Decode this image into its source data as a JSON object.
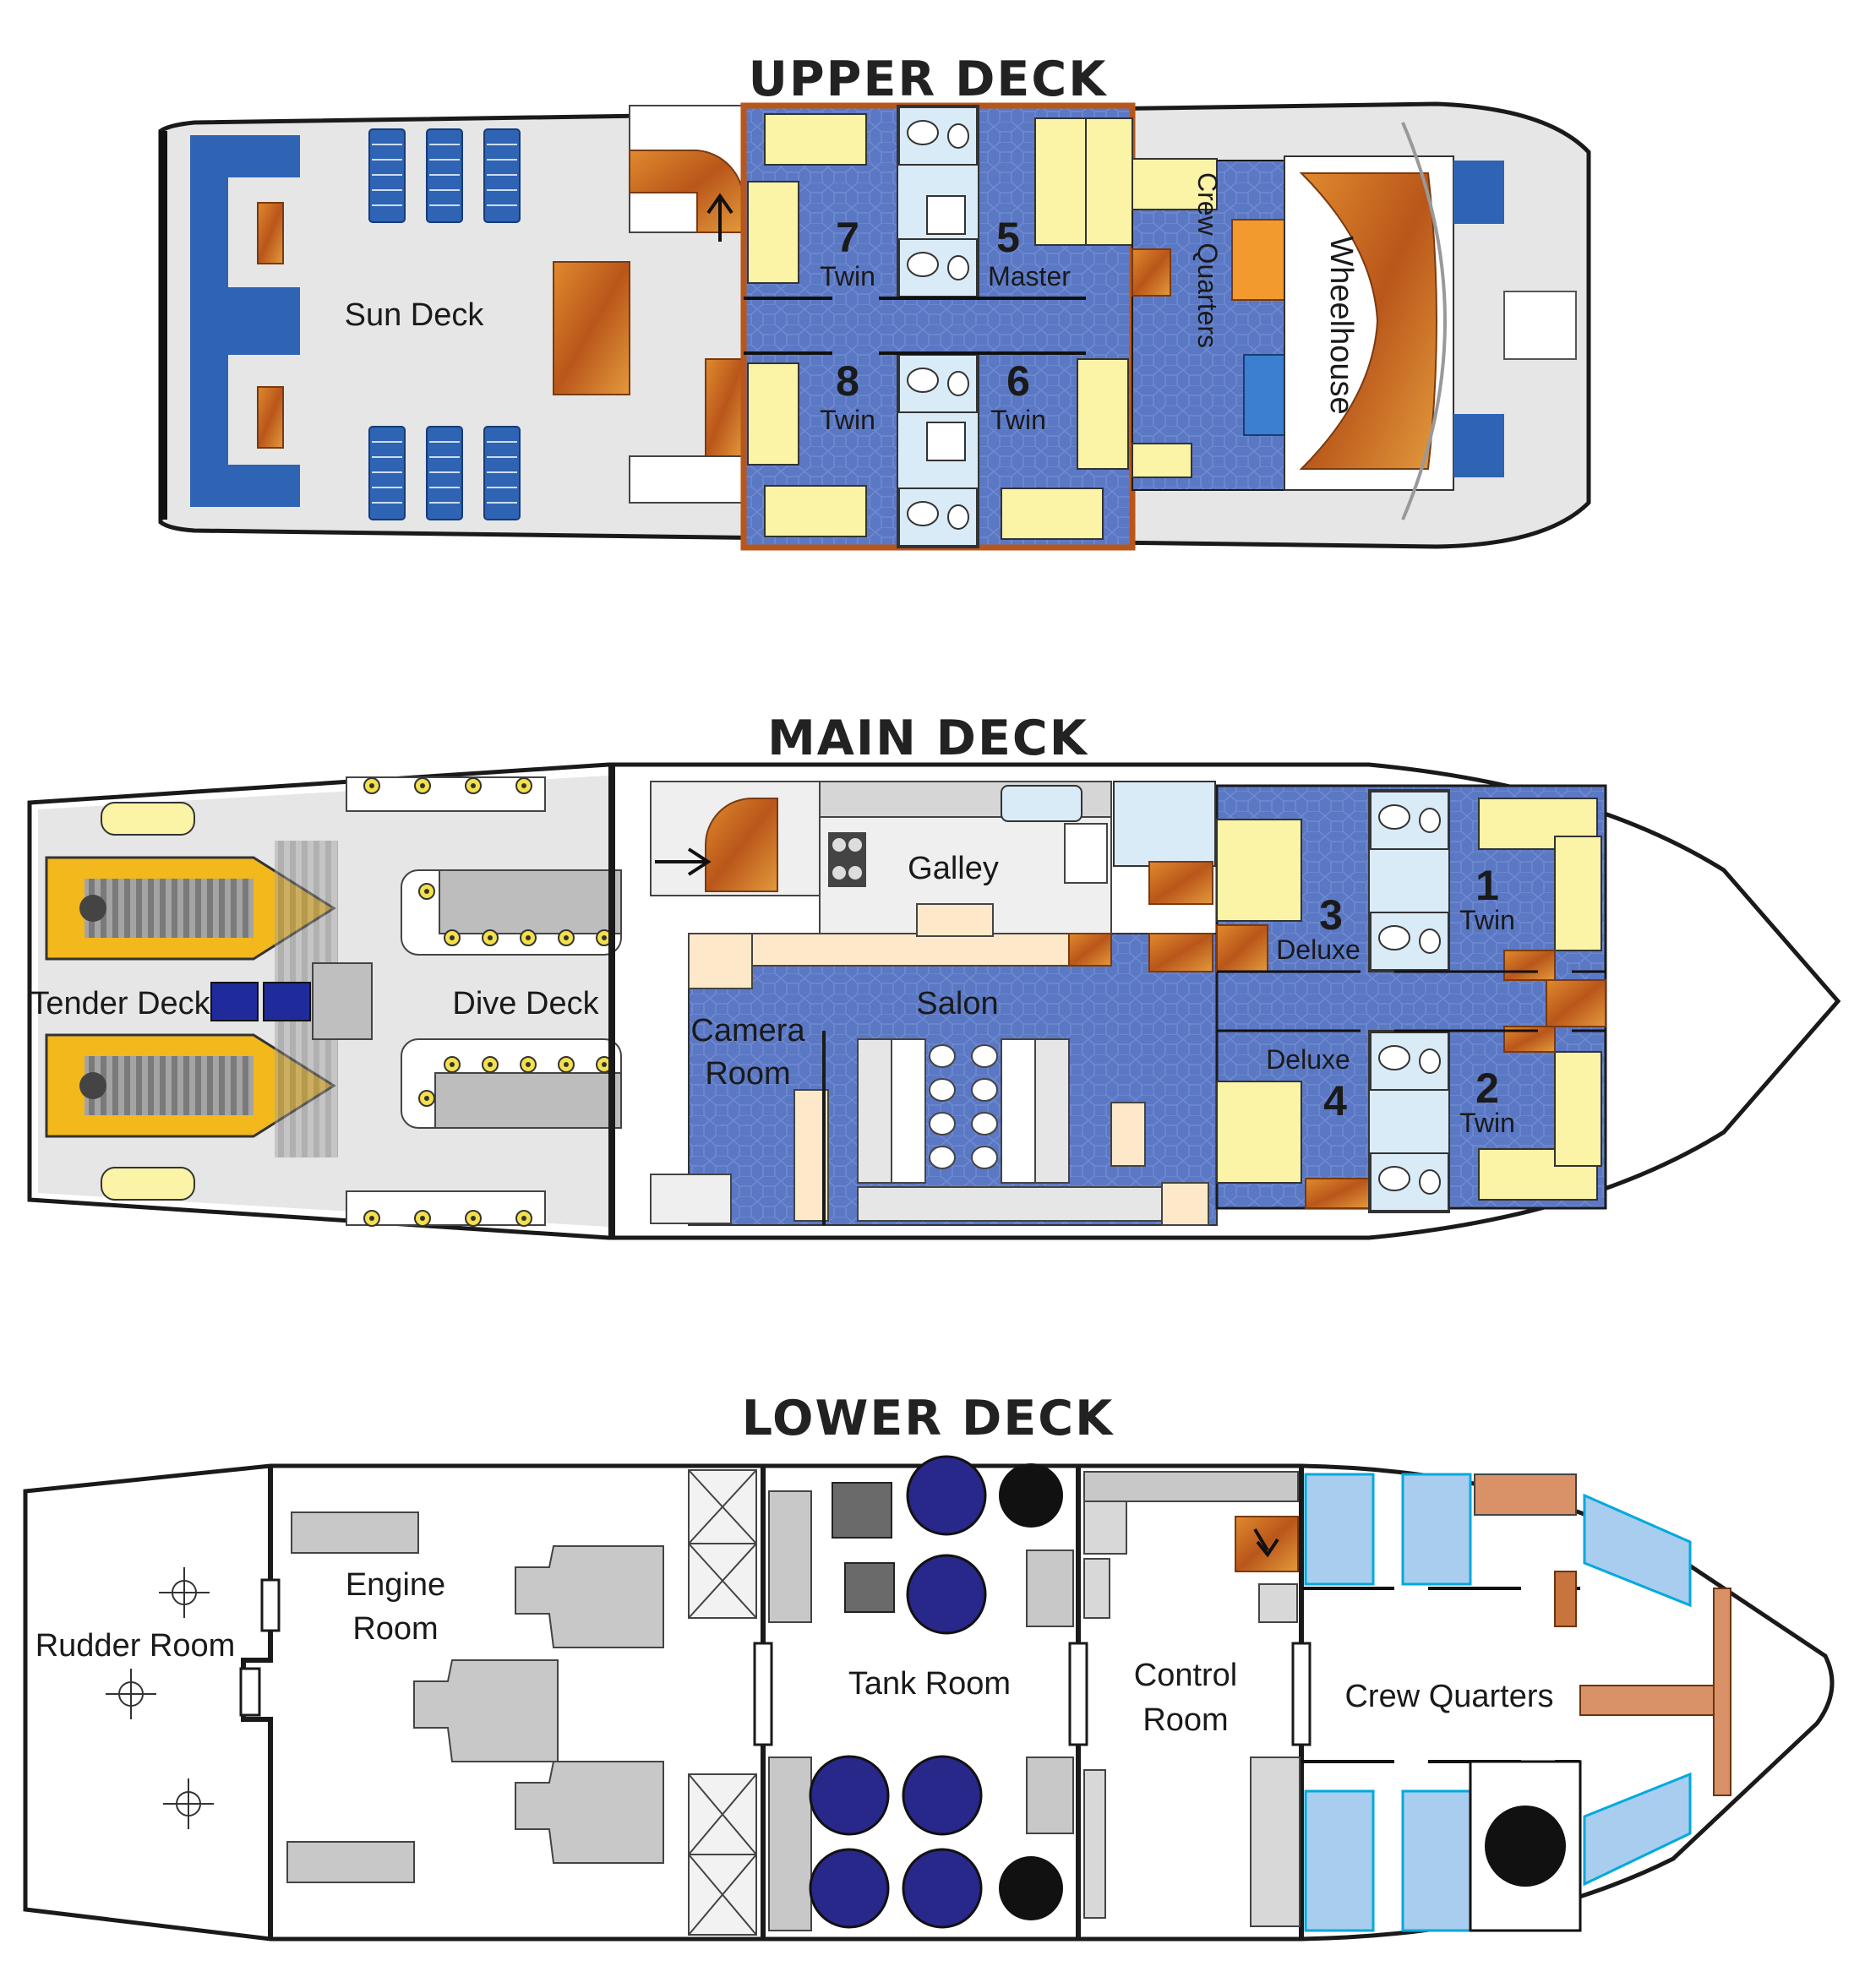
{
  "colors": {
    "cabin_floor": "#5b78c4",
    "deck_grey": "#e6e6e6",
    "bed_yellow": "#fbf3a6",
    "wood": "#c8641e",
    "tender_yellow": "#f2b81c",
    "cushion_blue": "#2f63b3",
    "tank_navy": "#28278a",
    "bath_blue": "#d9ebf7",
    "hull_outline": "#1a1a1a"
  },
  "upper_deck": {
    "title": "UPPER DECK",
    "rooms": {
      "sun_deck": "Sun Deck",
      "wheelhouse": "Wheelhouse",
      "crew_quarters": "Crew Quarters",
      "cabin_7_num": "7",
      "cabin_7_type": "Twin",
      "cabin_5_num": "5",
      "cabin_5_type": "Master",
      "cabin_8_num": "8",
      "cabin_8_type": "Twin",
      "cabin_6_num": "6",
      "cabin_6_type": "Twin"
    }
  },
  "main_deck": {
    "title": "MAIN DECK",
    "rooms": {
      "tender_deck": "Tender Deck",
      "dive_deck": "Dive Deck",
      "galley": "Galley",
      "salon": "Salon",
      "camera_room_1": "Camera",
      "camera_room_2": "Room",
      "cabin_3_num": "3",
      "cabin_3_type": "Deluxe",
      "cabin_4_num": "4",
      "cabin_4_type": "Deluxe",
      "cabin_1_num": "1",
      "cabin_1_type": "Twin",
      "cabin_2_num": "2",
      "cabin_2_type": "Twin"
    }
  },
  "lower_deck": {
    "title": "LOWER DECK",
    "rooms": {
      "rudder_room": "Rudder Room",
      "engine_room_1": "Engine",
      "engine_room_2": "Room",
      "tank_room": "Tank Room",
      "control_room_1": "Control",
      "control_room_2": "Room",
      "crew_quarters": "Crew Quarters"
    }
  }
}
